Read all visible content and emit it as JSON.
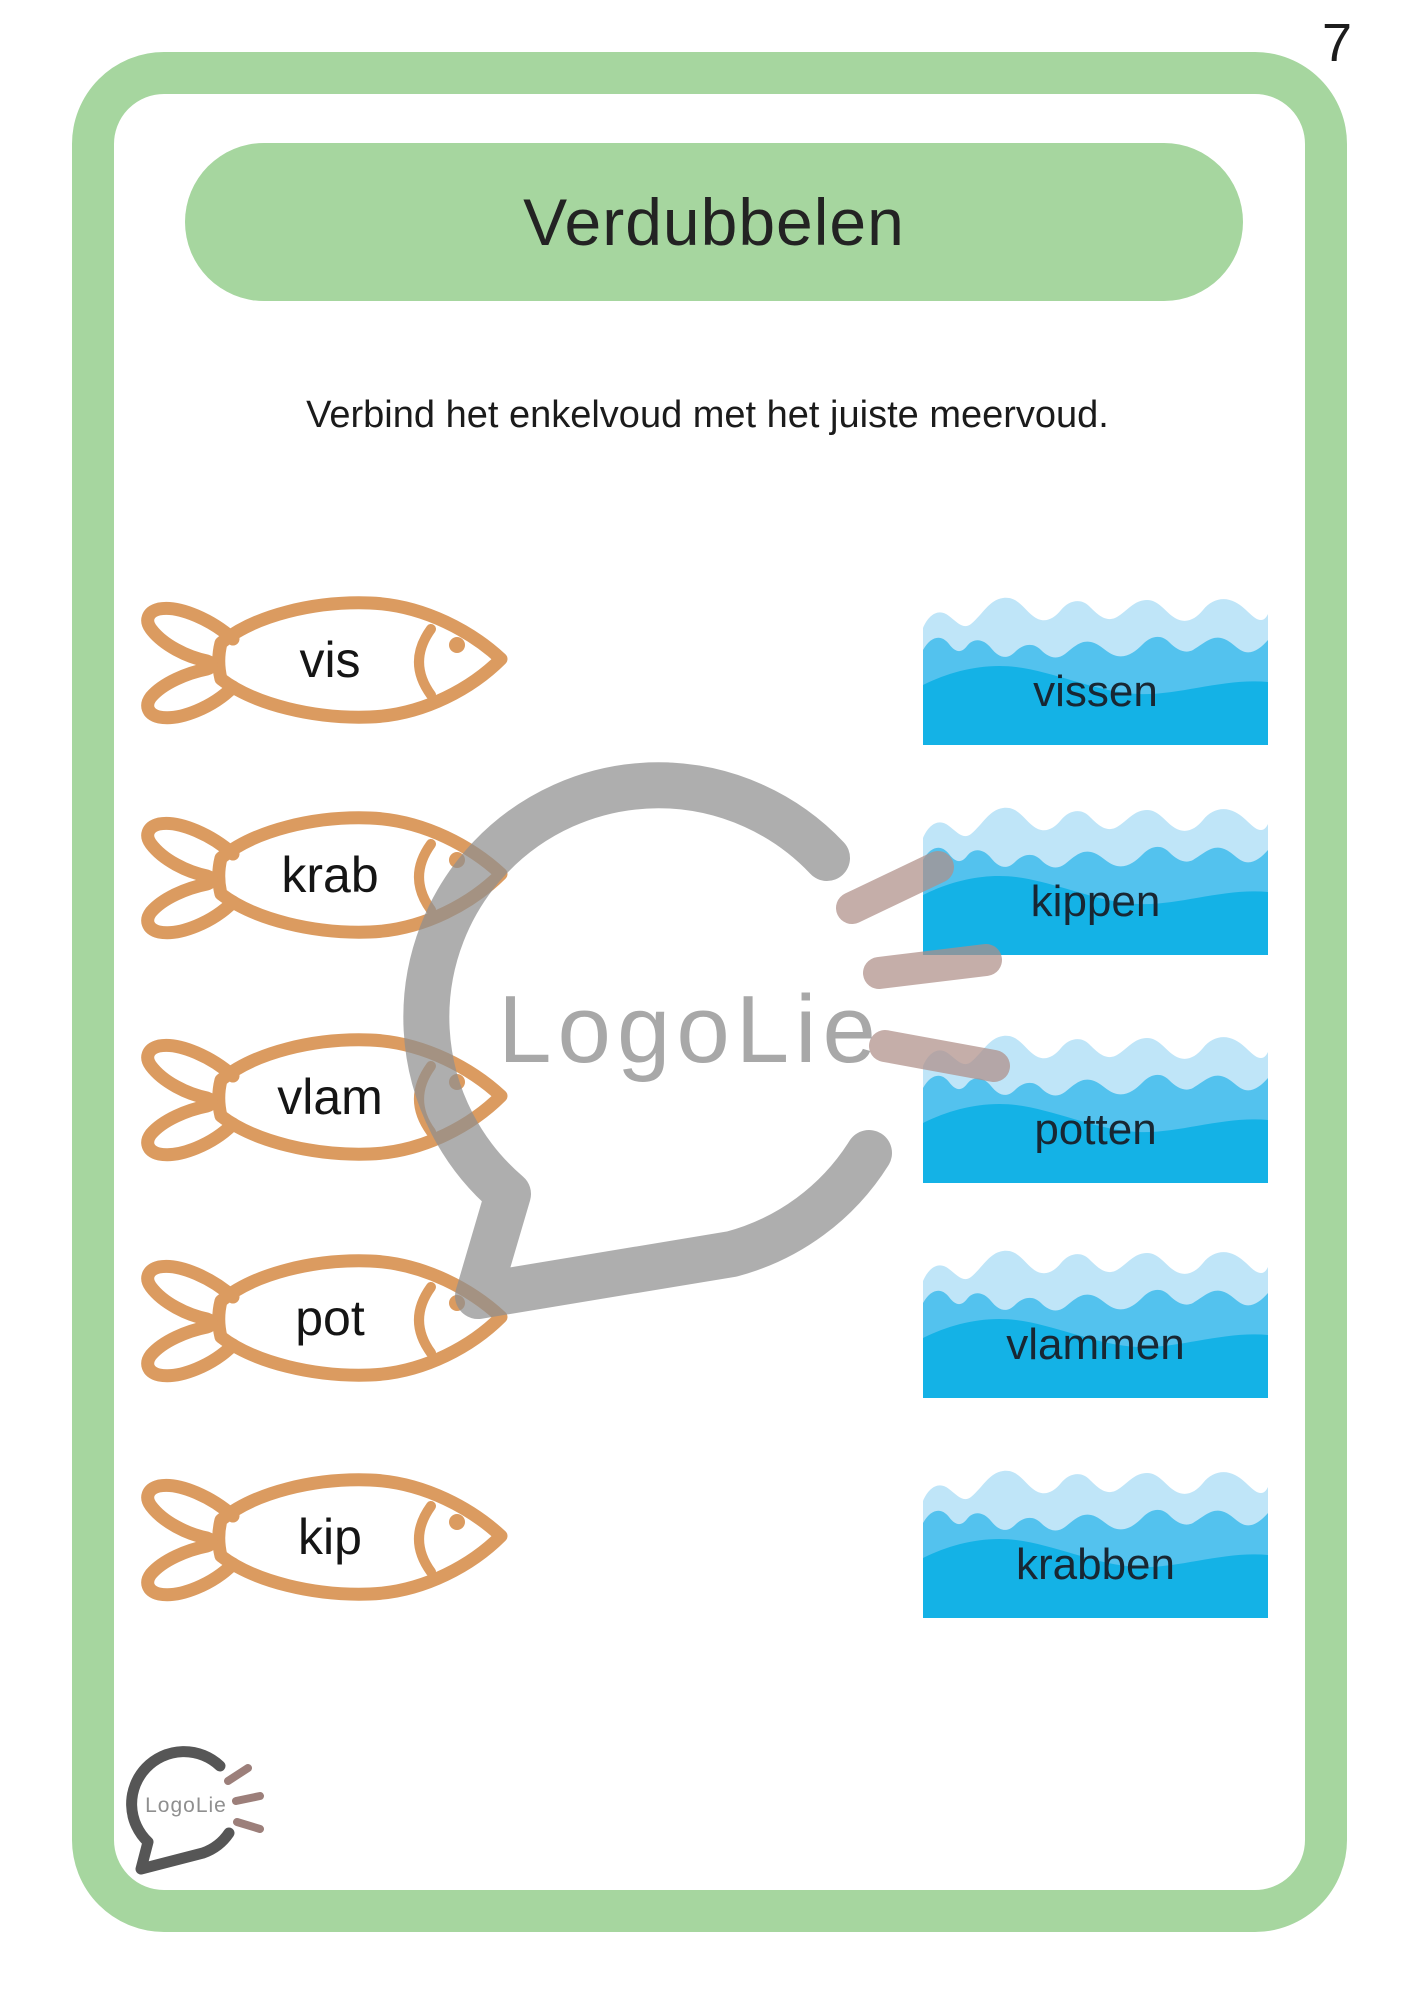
{
  "page": {
    "number": "7"
  },
  "header": {
    "title": "Verdubbelen"
  },
  "instruction": "Verbind het enkelvoud met het juiste meervoud.",
  "exercise": {
    "singulars": [
      "vis",
      "krab",
      "vlam",
      "pot",
      "kip"
    ],
    "plurals": [
      "vissen",
      "kippen",
      "potten",
      "vlammen",
      "krabben"
    ]
  },
  "watermark": {
    "text": "LogoLie"
  },
  "footer_logo": {
    "text": "LogoLie"
  },
  "icons": {
    "fish": "fish-outline-icon",
    "water": "water-waves-icon",
    "speech_bubble": "speech-bubble-icon"
  },
  "colors": {
    "frame_green": "#a6d69f",
    "fish_orange": "#db9b60",
    "water_light": "#bfe5f8",
    "water_mid": "#53c2ee",
    "water_dark": "#14b2e6",
    "watermark_gray": "#a8a8a8",
    "sound_line_taupe": "#bba39e",
    "footer_bubble_gray": "#565656",
    "footer_dash_mauve": "#9c7f7a"
  }
}
